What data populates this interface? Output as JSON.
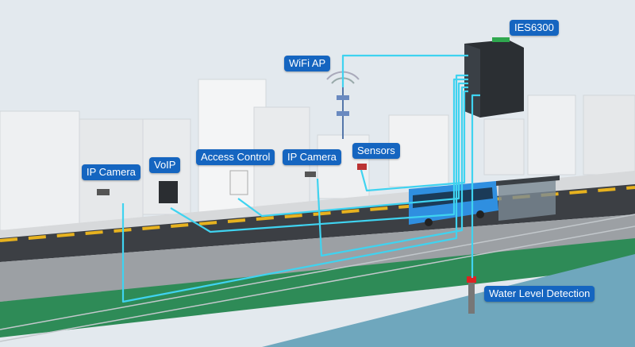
{
  "labels": {
    "switch": "IES6300",
    "wifi_ap": "WiFi  AP",
    "ip_camera_left": "IP Camera",
    "voip": "VoIP",
    "access_control": "Access Control",
    "ip_camera_mid": "IP Camera",
    "sensors": "Sensors",
    "water_level": "Water Level Detection"
  },
  "colors": {
    "cable": "#3fd3f0",
    "label_bg": "#1565c0",
    "bus": "#2f8fe0",
    "grass": "#2e8b57",
    "water": "#6fa7bd"
  }
}
